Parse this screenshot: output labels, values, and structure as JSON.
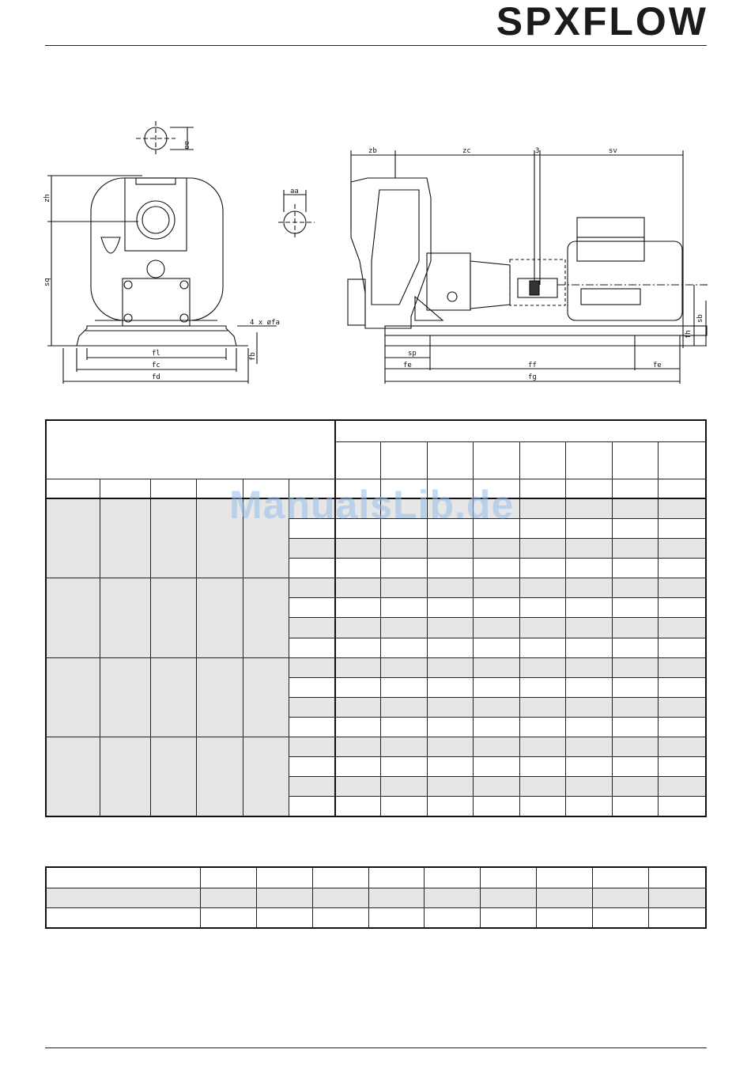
{
  "header": {
    "brand": "SPXFLOW"
  },
  "drawing": {
    "labels": {
      "aa": "aa",
      "zh": "zh",
      "sq": "sq",
      "fa": "4 x øfa",
      "fb": "fb",
      "fl": "fl",
      "fc": "fc",
      "fd": "fd",
      "aa2": "aa",
      "zb": "zb",
      "zc": "zc",
      "s3": "3",
      "sv": "sv",
      "sb": "sb",
      "fh": "fh",
      "sp": "sp",
      "fe1": "fe",
      "ff": "ff",
      "fe2": "fe",
      "fg": "fg"
    }
  },
  "watermark": "ManualsLib.de"
}
